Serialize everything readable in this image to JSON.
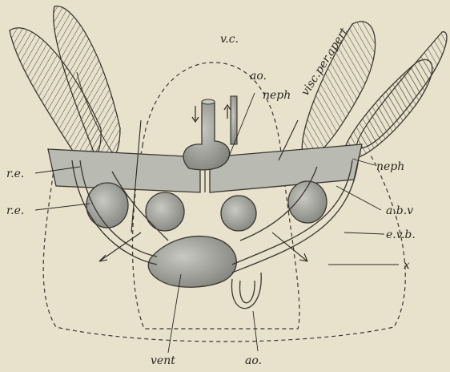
{
  "figure": {
    "labels": {
      "vc": "v.c.",
      "ao_top": "ao.",
      "neph_center": "neph",
      "visc_per_apert": "visc.per.apert",
      "neph_right": "neph",
      "re_upper": "r.e.",
      "re_lower": "r.e.",
      "abv": "a.b.v",
      "evb": "e.v.b.",
      "x": "x",
      "vent": "vent",
      "ao_bottom": "ao."
    }
  },
  "colors": {
    "background": "#e8e1cc",
    "organ_fill": "#a6a8a2",
    "organ_light": "#c4c5bd",
    "stroke": "#3a3630"
  }
}
